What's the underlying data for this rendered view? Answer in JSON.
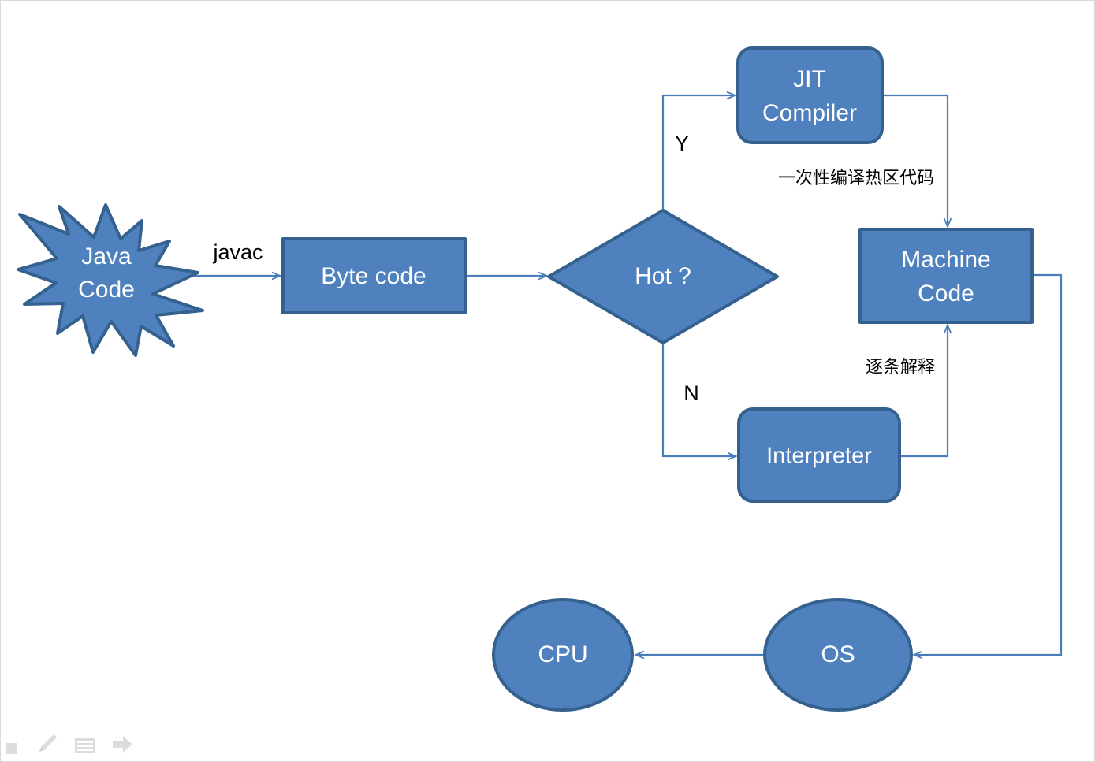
{
  "diagram": {
    "title": "Java JIT compilation flow",
    "colors": {
      "shape_fill": "#4e81bd",
      "shape_stroke": "#35618e",
      "connector": "#4a7ebb",
      "node_text": "#ffffff",
      "edge_text": "#000000",
      "background": "#ffffff"
    },
    "nodes": [
      {
        "id": "java-code",
        "label_line1": "Java",
        "label_line2": "Code",
        "shape": "star"
      },
      {
        "id": "byte-code",
        "label_line1": "Byte code",
        "label_line2": "",
        "shape": "rectangle"
      },
      {
        "id": "hot",
        "label_line1": "Hot ?",
        "label_line2": "",
        "shape": "diamond"
      },
      {
        "id": "jit-compiler",
        "label_line1": "JIT",
        "label_line2": "Compiler",
        "shape": "rounded-rectangle"
      },
      {
        "id": "interpreter",
        "label_line1": "Interpreter",
        "label_line2": "",
        "shape": "rounded-rectangle"
      },
      {
        "id": "machine-code",
        "label_line1": "Machine",
        "label_line2": "Code",
        "shape": "rectangle"
      },
      {
        "id": "os",
        "label_line1": "OS",
        "label_line2": "",
        "shape": "ellipse"
      },
      {
        "id": "cpu",
        "label_line1": "CPU",
        "label_line2": "",
        "shape": "ellipse"
      }
    ],
    "edges": [
      {
        "id": "java-to-byte",
        "label": "javac",
        "from": "java-code",
        "to": "byte-code"
      },
      {
        "id": "byte-to-hot",
        "label": "",
        "from": "byte-code",
        "to": "hot"
      },
      {
        "id": "hot-yes",
        "label": "Y",
        "from": "hot",
        "to": "jit-compiler"
      },
      {
        "id": "hot-no",
        "label": "N",
        "from": "hot",
        "to": "interpreter"
      },
      {
        "id": "jit-to-machine",
        "label": "一次性编译热区代码",
        "from": "jit-compiler",
        "to": "machine-code"
      },
      {
        "id": "interp-to-machine",
        "label": "逐条解释",
        "from": "interpreter",
        "to": "machine-code"
      },
      {
        "id": "machine-to-os",
        "label": "",
        "from": "machine-code",
        "to": "os"
      },
      {
        "id": "os-to-cpu",
        "label": "",
        "from": "os",
        "to": "cpu"
      }
    ]
  },
  "toolbar": {
    "icons": [
      {
        "name": "square-icon",
        "title": "Square"
      },
      {
        "name": "pencil-icon",
        "title": "Pencil"
      },
      {
        "name": "lines-icon",
        "title": "Lines"
      },
      {
        "name": "arrow-icon",
        "title": "Arrow"
      }
    ]
  }
}
